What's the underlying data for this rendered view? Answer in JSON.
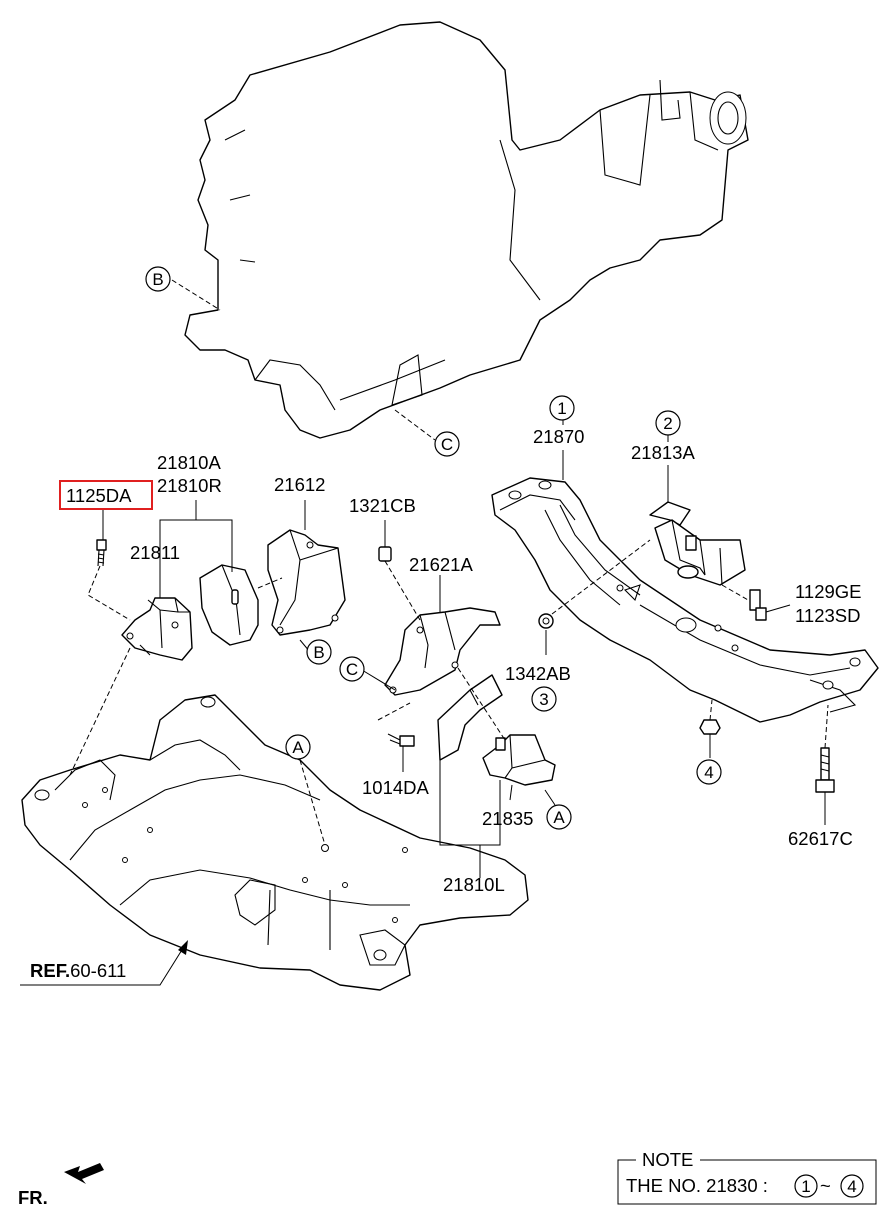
{
  "parts": {
    "p1125DA": "1125DA",
    "p21810A": "21810A",
    "p21810R": "21810R",
    "p21811": "21811",
    "p21612": "21612",
    "p1321CB": "1321CB",
    "p21621A": "21621A",
    "p21870": "21870",
    "p21813A": "21813A",
    "p1129GE": "1129GE",
    "p1123SD": "1123SD",
    "p1342AB": "1342AB",
    "p1014DA": "1014DA",
    "p21835": "21835",
    "p21810L": "21810L",
    "p62617C": "62617C"
  },
  "callouts": {
    "a1": "A",
    "a2": "A",
    "b1": "B",
    "b2": "B",
    "c1": "C",
    "c2": "C",
    "n1": "1",
    "n2": "2",
    "n3": "3",
    "n4": "4"
  },
  "ref": {
    "prefix": "REF.",
    "number": "60-611"
  },
  "front_label": "FR.",
  "note": {
    "title": "NOTE",
    "text": "THE NO. 21830 :",
    "from": "1",
    "sep": "~",
    "to": "4"
  },
  "colors": {
    "highlight": "#e02020",
    "line": "#000000",
    "background": "#ffffff"
  }
}
